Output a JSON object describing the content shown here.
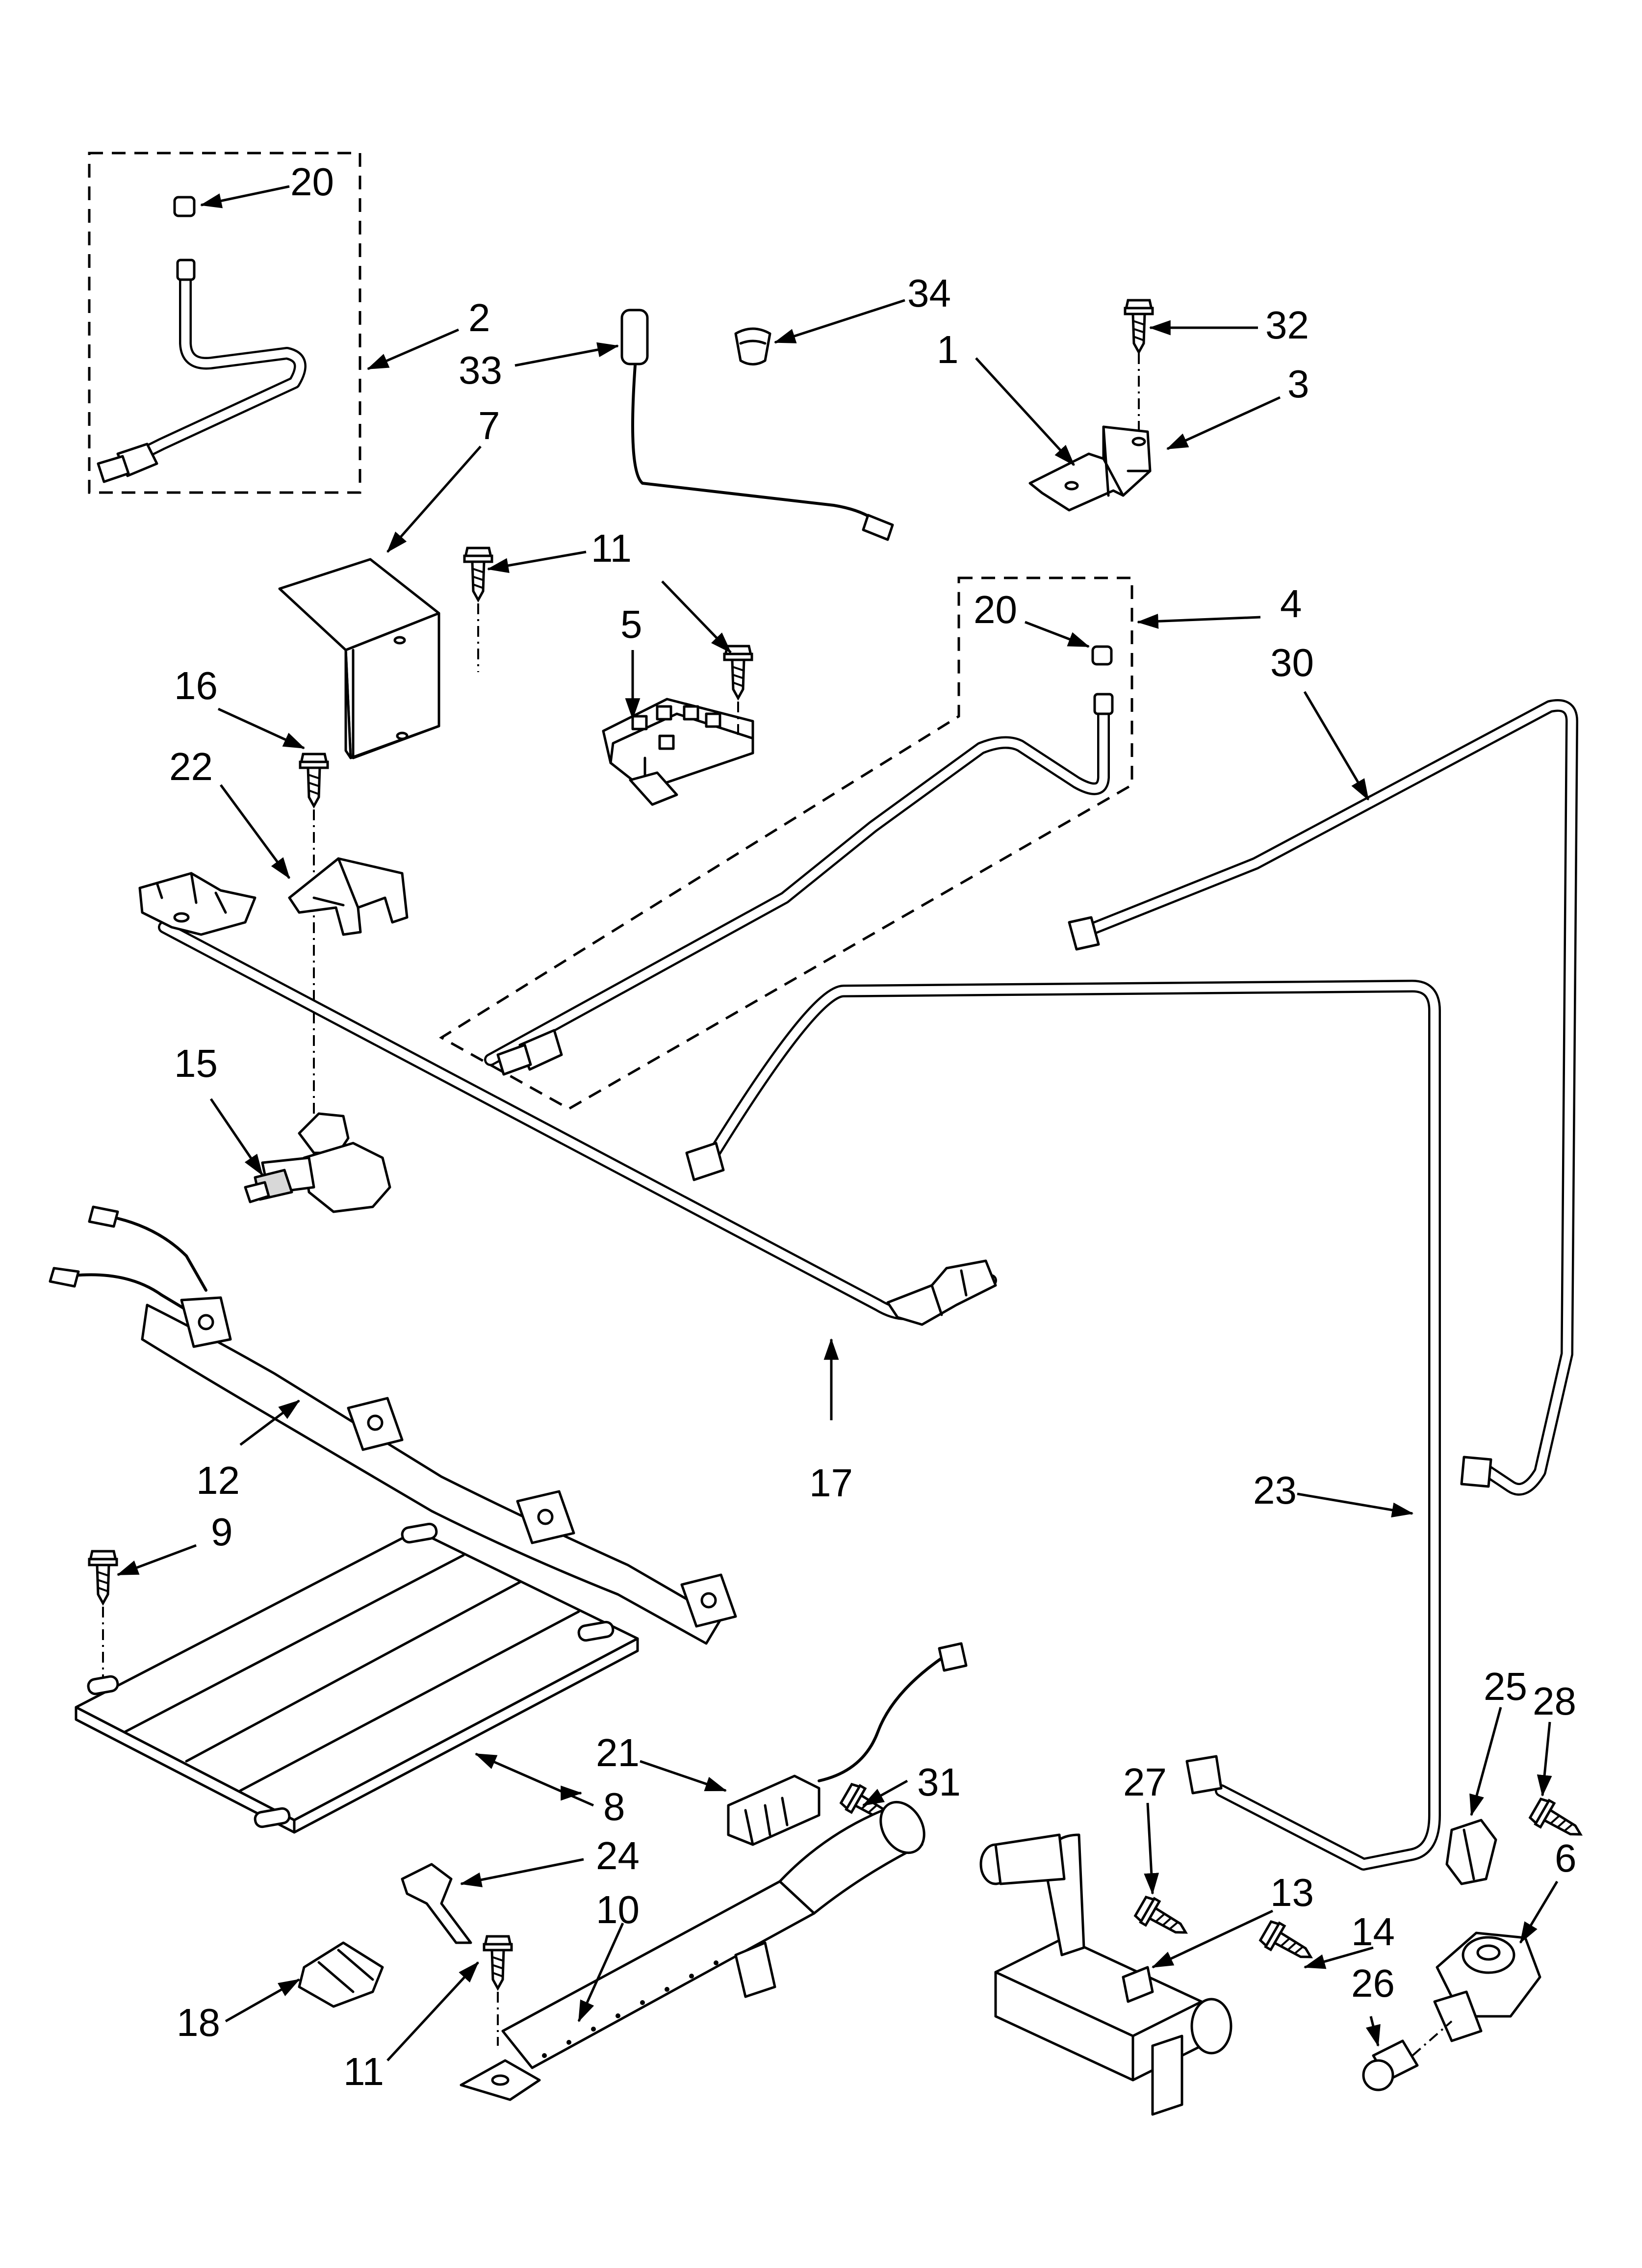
{
  "labels": {
    "l1": "1",
    "l2": "2",
    "l3": "3",
    "l4": "4",
    "l5": "5",
    "l6": "6",
    "l7": "7",
    "l8": "8",
    "l9": "9",
    "l10": "10",
    "l11a": "11",
    "l11b": "11",
    "l12": "12",
    "l13": "13",
    "l14": "14",
    "l15": "15",
    "l16": "16",
    "l17": "17",
    "l18": "18",
    "l20a": "20",
    "l20b": "20",
    "l21": "21",
    "l22": "22",
    "l23": "23",
    "l24": "24",
    "l25": "25",
    "l26": "26",
    "l27": "27",
    "l28": "28",
    "l30": "30",
    "l31": "31",
    "l32": "32",
    "l33": "33",
    "l34": "34"
  },
  "icons": {
    "arrowhead": "arrowhead-icon",
    "screw": "screw-icon"
  }
}
